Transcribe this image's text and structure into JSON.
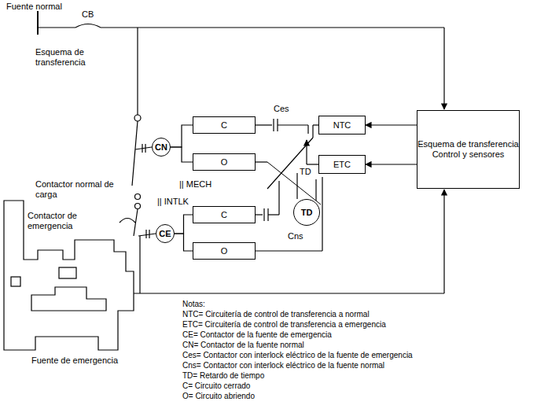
{
  "diagram": {
    "nodes": [
      {
        "text": [
          "CN"
        ]
      },
      {
        "text": [
          "C"
        ]
      },
      {
        "text": [
          "O"
        ]
      },
      {
        "text": [
          "NTC"
        ]
      },
      {
        "text": [
          "Esquema de transferencia Control y sensores"
        ]
      },
      {
        "text": [
          "ETC"
        ]
      },
      {
        "text": [
          "CE"
        ]
      },
      {
        "text": [
          "C"
        ]
      },
      {
        "text": [
          "O"
        ]
      },
      {
        "text": [
          "TD"
        ]
      }
    ],
    "edges": [
      {
        "from": 0,
        "to": 1,
        "arrow": "none"
      },
      {
        "from": 0,
        "to": 2,
        "arrow": "none"
      },
      {
        "from": 4,
        "to": 3,
        "arrow": "to"
      },
      {
        "from": 4,
        "to": 5,
        "arrow": "to"
      },
      {
        "from": 6,
        "to": 7,
        "arrow": "none"
      },
      {
        "from": 6,
        "to": 8,
        "arrow": "none"
      }
    ],
    "labels": [
      "Fuente normal",
      "CB",
      "Esquema de transferencia",
      "Ces",
      "|| MECH",
      "Contactor normal de carga",
      "|| INTLK",
      "Contactor de emergencia",
      "TD",
      "Cns",
      "Fuente de emergencia",
      "Notas:",
      "NTC= Circuitería de control de transferencia a normal",
      "ETC= Circuitería de control de transferencia a emergencia",
      "CE= Contactor de la fuente de emergencia",
      "CN= Contactor de la fuente normal",
      "Ces= Contactor con interlock eléctrico de la fuente de emergencia",
      "Cns= Contactor con interlock eléctrico de la fuente normal",
      "TD= Retardo de tiempo",
      "C= Circuito cerrado",
      "O= Circuito abriendo"
    ]
  }
}
